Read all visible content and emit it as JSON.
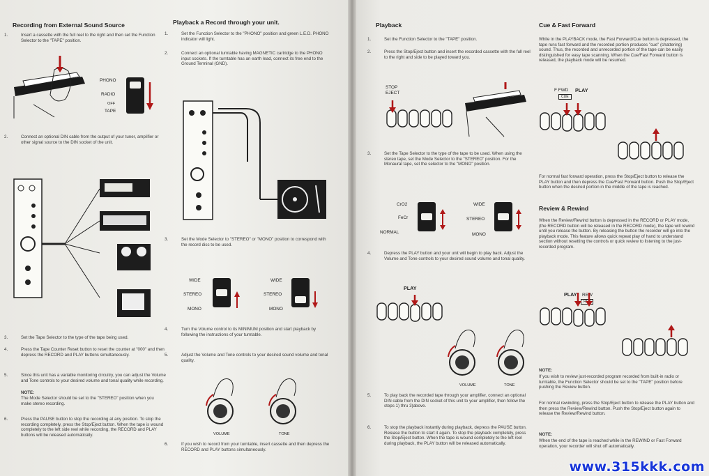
{
  "left": {
    "col1": {
      "title": "Recording from External Sound Source",
      "s1": "Insert a cassette with the full reel to the right and then set the Function Selector to the \"TAPE\" position.",
      "sw1": {
        "phono": "PHONO",
        "radio": "RADIO",
        "off": "OFF",
        "tape": "TAPE"
      },
      "s2": "Connect an optional DIN cable from the output of your tuner, amplifier or other signal source to the DIN socket of the unit.",
      "s3": "Set the Tape Selector to the type of the tape being used.",
      "s4": "Press the Tape Counter Reset button to reset the counter at \"000\" and then depress the RECORD and PLAY buttons simultaneously.",
      "s5": "Since this unit has a variable monitoring circuitry, you can adjust the Volume and Tone controls to your desired volume and tonal quality while recording.",
      "note_h": "NOTE:",
      "note": "The Mode Selector should be set to the \"STEREO\" position when you make stereo recording.",
      "s6": "Press the PAUSE button to stop the recording at any position. To stop the recording completely, press the Stop/Eject button. When the tape is wound completely to the left side reel while recording, the RECORD and PLAY buttons will be released automatically."
    },
    "col2": {
      "title": "Playback a Record through your unit.",
      "s1": "Set the Function Selector to the \"PHONO\" position and green L.E.D. PHONO indicator will light.",
      "s2": "Connect an optional turntable having MAGNETIC cartridge to the PHONO input sockets. If the turntable has an earth lead, connect its free end to the Ground Terminal (GND).",
      "s3": "Set the Mode Selector to \"STEREO\" or \"MONO\" position to correspond with the record disc to be used.",
      "mode": {
        "wide": "WIDE",
        "stereo": "STEREO",
        "mono": "MONO"
      },
      "s4": "Turn the Volume control to its MINIMUM position and start playback by following the instructions of your turntable.",
      "s5": "Adjust the Volume and Tone controls to your desired sound volume and tonal quality.",
      "knob": {
        "volume": "VOLUME",
        "tone": "TONE"
      },
      "s6": "If you wish to record from your turntable, insert cassette and then depress the RECORD and PLAY buttons simultaneously."
    }
  },
  "right": {
    "col3": {
      "title": "Playback",
      "s1": "Set the Function Selector to the \"TAPE\" position.",
      "s2": "Press the Stop/Eject button and insert the recorded cassette with the full reel to the right and side to be played toward you.",
      "stop_eject": "STOP\nEJECT",
      "s3": "Set the Tape Selector to the type of the tape to be used. When using the stereo tape, set the Mode Selector to the \"STEREO\" position. For the Monaural tape, set the selector to the \"MONO\" position.",
      "tape": {
        "cro2": "CrO2",
        "fecr": "FeCr",
        "normal": "NORMAL"
      },
      "mode": {
        "wide": "WIDE",
        "stereo": "STEREO",
        "mono": "MONO"
      },
      "s4": "Depress the PLAY button and your unit will begin to play back. Adjust the Volume and Tone controls to your desired sound volume and tonal quality.",
      "play": "PLAY",
      "knob": {
        "volume": "VOLUME",
        "tone": "TONE"
      },
      "s5": "To play back the recorded tape through your amplifier, connect an optional DIN cable from the DIN socket of this unit to your amplifier, then follow the steps 1) thru 3)above.",
      "s6": "To stop the playback instantly during playback, depress the PAUSE button. Release the button to start it again. To stop the playback completely, press the Stop/Eject button. When the tape is wound completely to the left reel during playback, the PLAY button will be released automatically."
    },
    "col4": {
      "title1": "Cue & Fast Forward",
      "p1": "While in the PLAYBACK mode, the Fast Forward/Cue button is depressed, the tape runs fast forward and the recorded portion produces \"cue\" (chattering) sound. Thus, the recorded and unrecorded portion of the tape can be easily distinguished for easy tape scanning. When the Cue/Fast Forward button is released, the playback mode will be resumed.",
      "ffwd": "F FWD",
      "play": "PLAY",
      "cue": "CUE",
      "p2": "For normal fast forward operation, press the Stop/Eject button to release the PLAY button and then depress the Cue/Fast Forward button. Push the Stop/Eject button when the desired portion in the middle of the tape is reached.",
      "title2": "Review & Rewind",
      "p3": "When the Review/Rewind button is depressed in the RECORD or PLAY mode, (the RECORD button will be released in the RECORD mode), the tape will rewind until you release the button. By releasing the button the recorder will go into the playback mode. This feature allows quick repeat play of hand to understand section without resetting the controls or quick review to listening to the just-recorded program.",
      "play2": "PLAY",
      "rew": "REW",
      "rev": "REV",
      "note_h": "NOTE:",
      "note1": "If you wish to review just-recorded program recorded from built-in radio or turntable, the Function Selector should be set to the \"TAPE\" position before pushing the Review button.",
      "p4": "For normal rewinding, press the Stop/Eject button to release the PLAY button and then press the Review/Rewind button. Push the Stop/Eject button again to release the Review/Rewind button.",
      "note_h2": "NOTE:",
      "note2": "When the end of the tape is reached while in the REWIND or Fast Forward operation, your recorder will shut off automatically."
    }
  },
  "watermark": "www.315kkk.com"
}
